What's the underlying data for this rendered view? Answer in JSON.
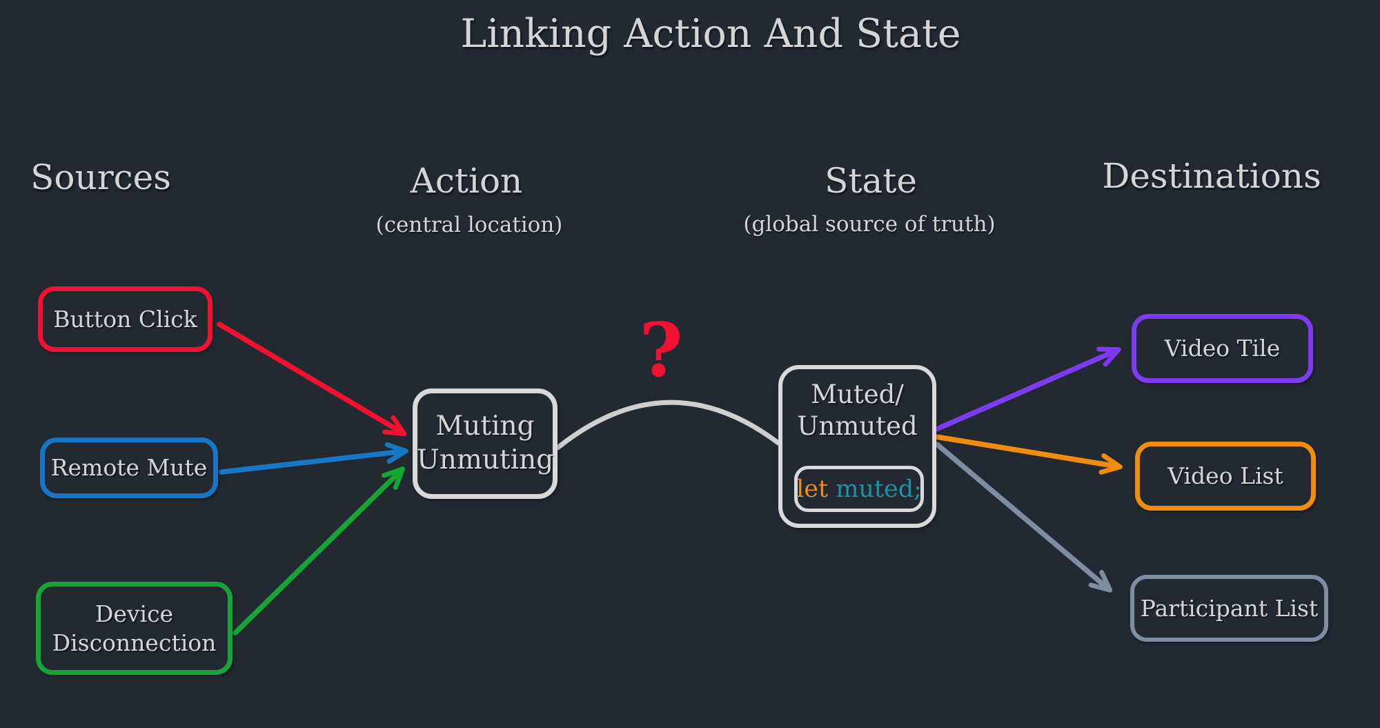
{
  "title": "Linking Action And State",
  "colors": {
    "background": "#232931",
    "text": "#d5d5d5",
    "red": "#f01133",
    "blue": "#1777c4",
    "green": "#16a534",
    "purple": "#7d3bf0",
    "orange": "#f28c11",
    "slate": "#7e8da0",
    "box_border": "#d9d9d9",
    "arc": "#cfcfcf",
    "code_keyword": "#ea8c1e",
    "code_variable": "#1b93a8"
  },
  "columns": [
    {
      "id": "sources",
      "label": "Sources",
      "subtitle": ""
    },
    {
      "id": "action",
      "label": "Action",
      "subtitle": "(central location)"
    },
    {
      "id": "state",
      "label": "State",
      "subtitle": "(global source of truth)"
    },
    {
      "id": "destinations",
      "label": "Destinations",
      "subtitle": ""
    }
  ],
  "sources": [
    {
      "label": "Button Click",
      "color": "#f01133"
    },
    {
      "label": "Remote Mute",
      "color": "#1777c4"
    },
    {
      "label": "Device Disconnection",
      "color": "#16a534"
    }
  ],
  "action_node": {
    "line1": "Muting",
    "line2": "Unmuting"
  },
  "state_node": {
    "line1": "Muted/",
    "line2": "Unmuted",
    "code": {
      "keyword": "let",
      "separator": " ",
      "variable": "muted;"
    }
  },
  "destinations": [
    {
      "label": "Video Tile",
      "color": "#7d3bf0"
    },
    {
      "label": "Video List",
      "color": "#f28c11"
    },
    {
      "label": "Participant List",
      "color": "#7e8da0"
    }
  ],
  "annotation": {
    "question_mark": "?"
  }
}
